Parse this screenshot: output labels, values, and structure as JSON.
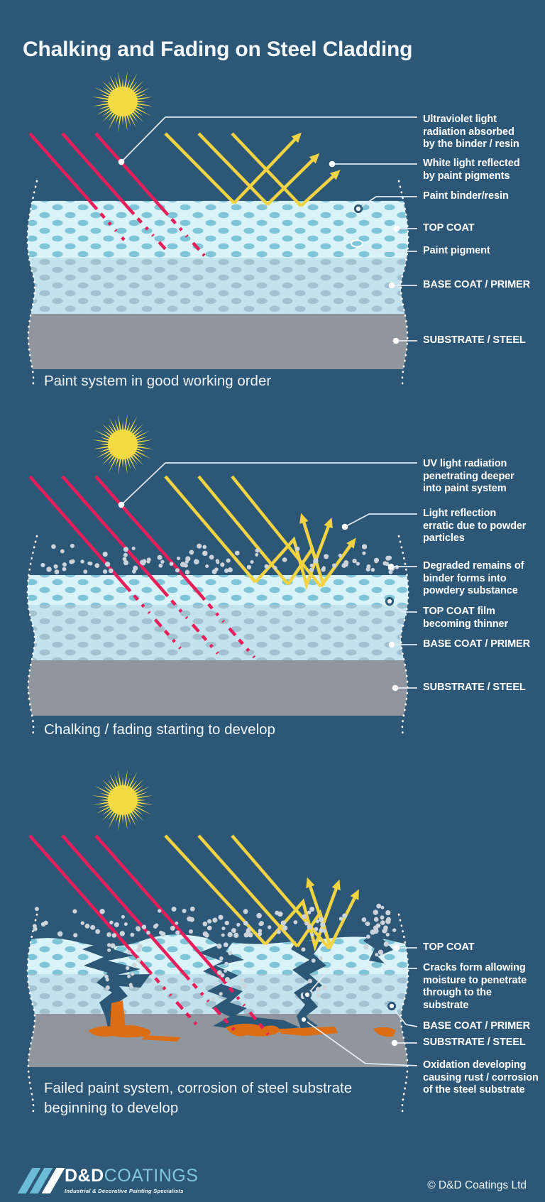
{
  "title": "Chalking and Fading on Steel Cladding",
  "panels": [
    {
      "caption": "Paint system in good working order",
      "labels": [
        "Ultraviolet light\nradiation absorbed\nby the binder / resin",
        "White light reflected\nby paint pigments",
        "Paint binder/resin",
        "TOP COAT",
        "Paint pigment",
        "BASE COAT / PRIMER",
        "SUBSTRATE / STEEL"
      ]
    },
    {
      "caption": "Chalking / fading starting to develop",
      "labels": [
        "UV light radiation\npenetrating deeper\ninto paint system",
        "Light reflection\nerratic due to powder\nparticles",
        "Degraded remains of\nbinder forms into\npowdery substance",
        "TOP COAT film\nbecoming thinner",
        "BASE COAT / PRIMER",
        "SUBSTRATE / STEEL"
      ]
    },
    {
      "caption": "Failed paint system, corrosion of steel substrate\nbeginning to develop",
      "labels": [
        "TOP COAT",
        "Cracks form allowing\nmoisture to penetrate\nthrough to the\nsubstrate",
        "BASE COAT / PRIMER",
        "SUBSTRATE / STEEL",
        "Oxidation developing\ncausing rust / corrosion\nof the steel substrate"
      ]
    }
  ],
  "footer": {
    "logo_dd": "D&D",
    "logo_coatings": "COATINGS",
    "tagline": "Industrial & Decorative Painting Specialists",
    "copyright": "© D&D Coatings Ltd"
  },
  "colors": {
    "background": "#2d5777",
    "sun": "#f3d943",
    "uv_ray": "#e71e5a",
    "light_ray": "#f2d343",
    "top_coat": "#d9f3f8",
    "top_coat_dots": "#7ec5d7",
    "base_coat": "#c2e2ee",
    "base_coat_dots": "#a2c2d2",
    "substrate": "#90969e",
    "powder": "#ccd3db",
    "rust": "#dd6d12",
    "callout": "#e3eaf0"
  }
}
